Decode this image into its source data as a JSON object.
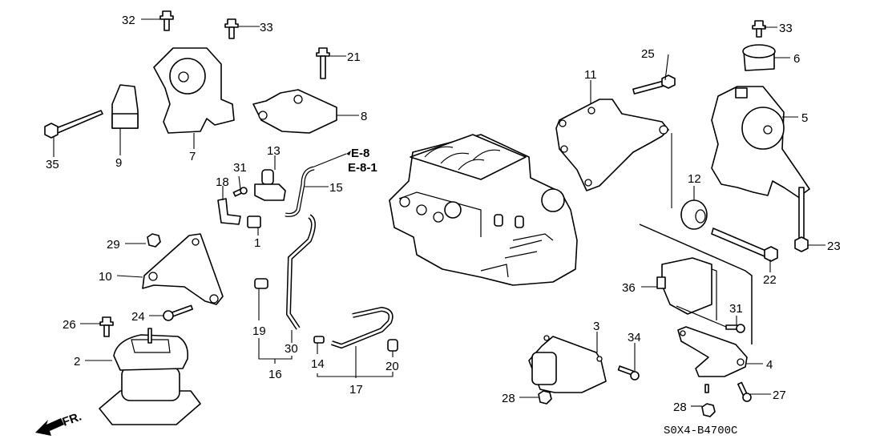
{
  "diagram": {
    "title": "Engine Mounts Parts Diagram",
    "catalog_code": "S0X4-B4700C",
    "direction_indicator": "FR.",
    "cross_reference": [
      "E-8",
      "E-8-1"
    ],
    "callouts": [
      {
        "id": "c1",
        "number": "1",
        "part": "connector-bracket"
      },
      {
        "id": "c2",
        "number": "2",
        "part": "rear-engine-mount"
      },
      {
        "id": "c3",
        "number": "3",
        "part": "left-transmission-mount"
      },
      {
        "id": "c4",
        "number": "4",
        "part": "mount-bracket"
      },
      {
        "id": "c5",
        "number": "5",
        "part": "side-engine-mount"
      },
      {
        "id": "c6",
        "number": "6",
        "part": "mount-rubber-stopper"
      },
      {
        "id": "c7",
        "number": "7",
        "part": "front-engine-mount"
      },
      {
        "id": "c8",
        "number": "8",
        "part": "front-mount-bracket"
      },
      {
        "id": "c9",
        "number": "9",
        "part": "stopper-bracket"
      },
      {
        "id": "c10",
        "number": "10",
        "part": "rear-mount-bracket"
      },
      {
        "id": "c11",
        "number": "11",
        "part": "side-mount-bracket"
      },
      {
        "id": "c12",
        "number": "12",
        "part": "rubber-bushing"
      },
      {
        "id": "c13",
        "number": "13",
        "part": "solenoid-valve"
      },
      {
        "id": "c14",
        "number": "14",
        "part": "one-way-valve"
      },
      {
        "id": "c15",
        "number": "15",
        "part": "vacuum-hose"
      },
      {
        "id": "c16",
        "number": "16",
        "part": "hose-set"
      },
      {
        "id": "c17",
        "number": "17",
        "part": "hose-set"
      },
      {
        "id": "c18",
        "number": "18",
        "part": "valve-bracket"
      },
      {
        "id": "c19",
        "number": "19",
        "part": "hose-clip"
      },
      {
        "id": "c20",
        "number": "20",
        "part": "hose-clip"
      },
      {
        "id": "c21",
        "number": "21",
        "part": "long-bolt"
      },
      {
        "id": "c22",
        "number": "22",
        "part": "flange-bolt"
      },
      {
        "id": "c23",
        "number": "23",
        "part": "flange-bolt"
      },
      {
        "id": "c24",
        "number": "24",
        "part": "flange-bolt"
      },
      {
        "id": "c25",
        "number": "25",
        "part": "flange-bolt"
      },
      {
        "id": "c26",
        "number": "26",
        "part": "flange-bolt"
      },
      {
        "id": "c27",
        "number": "27",
        "part": "flange-bolt"
      },
      {
        "id": "c28a",
        "number": "28",
        "part": "flange-nut"
      },
      {
        "id": "c28b",
        "number": "28",
        "part": "flange-nut"
      },
      {
        "id": "c29",
        "number": "29",
        "part": "flange-nut"
      },
      {
        "id": "c30",
        "number": "30",
        "part": "vacuum-hose"
      },
      {
        "id": "c31a",
        "number": "31",
        "part": "flange-bolt"
      },
      {
        "id": "c31b",
        "number": "31",
        "part": "flange-bolt"
      },
      {
        "id": "c32",
        "number": "32",
        "part": "flange-bolt"
      },
      {
        "id": "c33a",
        "number": "33",
        "part": "flange-bolt"
      },
      {
        "id": "c33b",
        "number": "33",
        "part": "flange-bolt"
      },
      {
        "id": "c34",
        "number": "34",
        "part": "flange-bolt"
      },
      {
        "id": "c35",
        "number": "35",
        "part": "long-bolt"
      },
      {
        "id": "c36",
        "number": "36",
        "part": "actuator-unit"
      }
    ]
  }
}
